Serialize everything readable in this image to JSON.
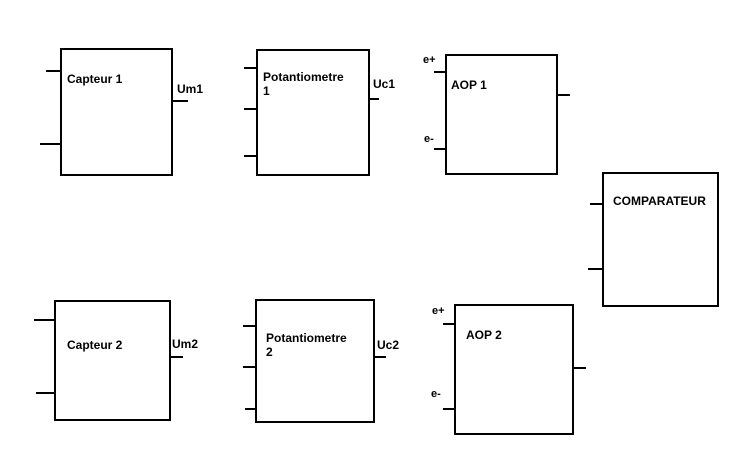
{
  "blocks": {
    "capteur1": {
      "label": "Capteur 1",
      "output": "Um1"
    },
    "potentiometre1": {
      "label": "Potantiometre\n1",
      "output": "Uc1"
    },
    "aop1": {
      "label": "AOP 1",
      "input_plus": "e+",
      "input_minus": "e-"
    },
    "comparateur": {
      "label": "COMPARATEUR"
    },
    "capteur2": {
      "label": "Capteur 2",
      "output": "Um2"
    },
    "potentiometre2": {
      "label": "Potantiometre\n2",
      "output": "Uc2"
    },
    "aop2": {
      "label": "AOP 2",
      "input_plus": "e+",
      "input_minus": "e-"
    }
  },
  "colors": {
    "background": "#ffffff",
    "stroke": "#000000"
  }
}
